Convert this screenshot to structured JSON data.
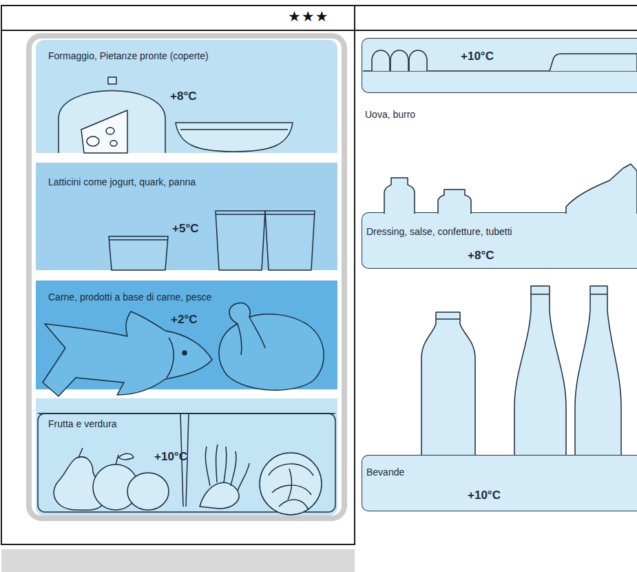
{
  "diagram": {
    "nodes": [
      {
        "text": [
          "Formaggio, Pietanze pronte (coperte)",
          "+8°C"
        ]
      },
      {
        "text": [
          "Latticini come jogurt, quark, panna",
          "+5°C"
        ]
      },
      {
        "text": [
          "Carne, prodotti a base di carne, pesce",
          "+2°C"
        ]
      },
      {
        "text": [
          "Frutta e verdura",
          "+10°C"
        ]
      },
      {
        "text": [
          "+10°C",
          "Uova, burro"
        ]
      },
      {
        "text": [
          "Dressing, salse, confetture, tubetti",
          "+8°C"
        ]
      },
      {
        "text": [
          "Bevande",
          "+10°C"
        ]
      }
    ],
    "labels": [
      "★★★"
    ]
  }
}
